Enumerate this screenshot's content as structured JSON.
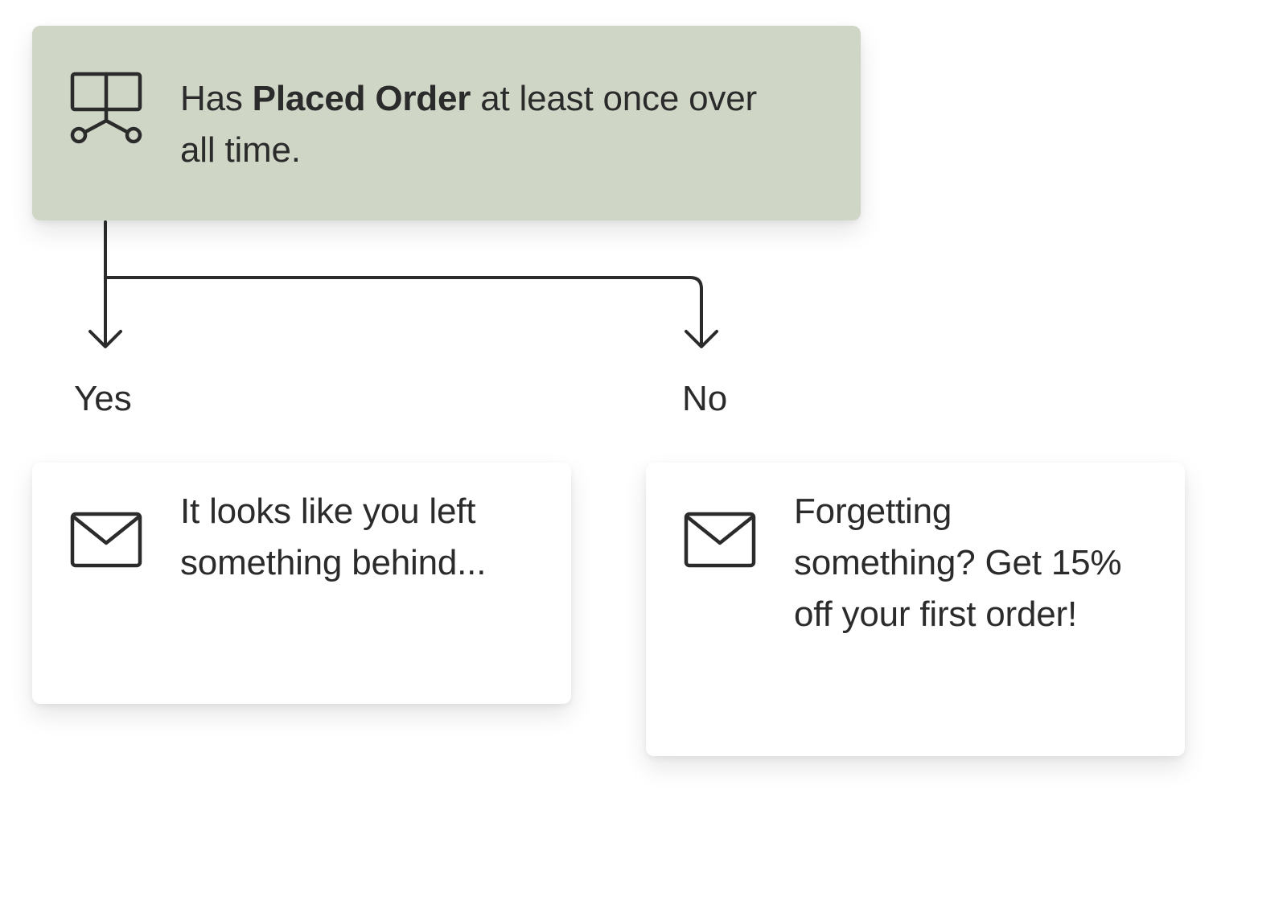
{
  "split": {
    "text_before": "Has ",
    "text_bold": "Placed Order",
    "text_after": " at least once over all time.",
    "background_color": "#cfd6c6",
    "icon": "conditional-split-icon"
  },
  "branches": {
    "yes": {
      "label": "Yes",
      "message": "It looks like you left something behind...",
      "icon": "email-icon"
    },
    "no": {
      "label": "No",
      "message": "Forgetting something? Get 15% off your first order!",
      "icon": "email-icon"
    }
  },
  "colors": {
    "line": "#2b2b2b",
    "text": "#2b2b2b",
    "card": "#ffffff"
  }
}
